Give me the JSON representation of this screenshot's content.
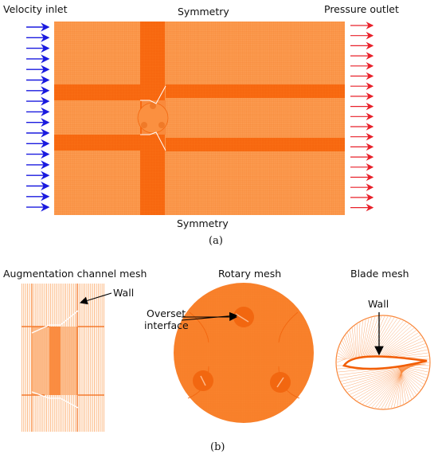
{
  "panel_a": {
    "caption": "(a)",
    "velocity_inlet": "Velocity inlet",
    "symmetry_top": "Symmetry",
    "pressure_outlet": "Pressure outlet",
    "symmetry_bottom": "Symmetry"
  },
  "panel_b": {
    "caption": "(b)",
    "augmentation_title": "Augmentation channel mesh",
    "augmentation_wall": "Wall",
    "rotary_title": "Rotary mesh",
    "rotary_annotation_line1": "Overset",
    "rotary_annotation_line2": "interface",
    "blade_title": "Blade mesh",
    "blade_wall": "Wall"
  },
  "colors": {
    "mesh_light": "#fb9a4f",
    "mesh_dense": "#f96a10",
    "inlet_arrow": "#1a1adf",
    "outlet_arrow": "#e8202a"
  }
}
